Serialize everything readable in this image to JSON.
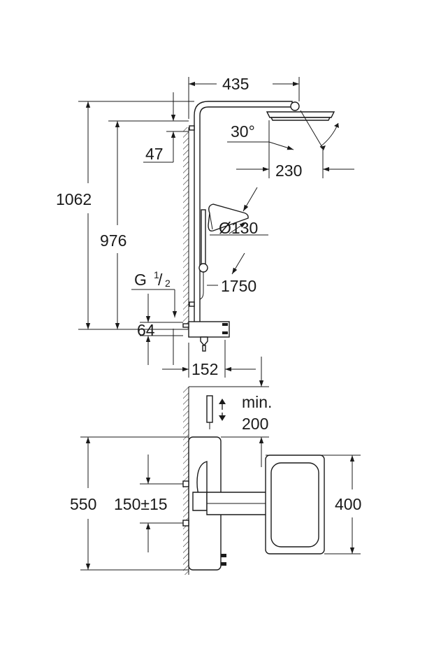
{
  "dimensions": {
    "d435": "435",
    "d30deg": "30°",
    "d230": "230",
    "d47": "47",
    "d1062": "1062",
    "d976": "976",
    "d130": "Ø130",
    "g_label": "G",
    "g_num": "1",
    "g_den": "2",
    "d1750": "1750",
    "d64": "64",
    "d152": "152",
    "min_label": "min.",
    "d200": "200",
    "d550": "550",
    "d150": "150±15",
    "d400": "400"
  },
  "colors": {
    "ink": "#1a1a1a",
    "background": "#ffffff"
  }
}
